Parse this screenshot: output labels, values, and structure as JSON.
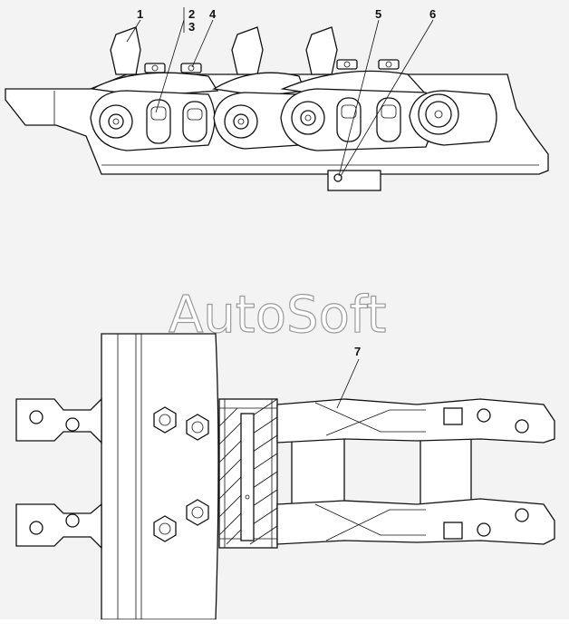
{
  "callouts": {
    "c1": "1",
    "c2": "2",
    "c3": "3",
    "c4": "4",
    "c5": "5",
    "c6": "6",
    "c7": "7"
  },
  "watermark": "AutoSoft",
  "colors": {
    "background": "#f3f3f3",
    "line": "#111111",
    "part_fill": "#ffffff",
    "watermark_outline": "#9a9a9a"
  }
}
